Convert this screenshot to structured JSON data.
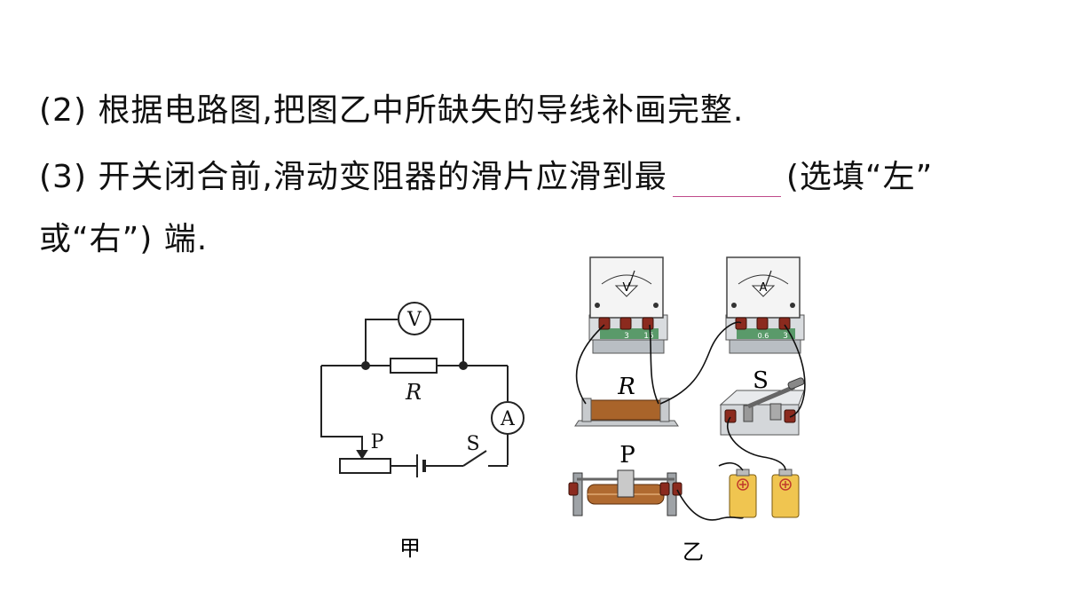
{
  "question": {
    "q2": "(2) 根据电路图,把图乙中所缺失的导线补画完整.",
    "q3_part1": "(3) 开关闭合前,滑动变阻器的滑片应滑到最",
    "q3_part2": "(选填“左”",
    "q3_line2": "或“右”) 端."
  },
  "diagram_jia": {
    "voltmeter_label": "V",
    "ammeter_label": "A",
    "resistor_label": "R",
    "slider_label": "P",
    "switch_label": "S",
    "caption": "甲"
  },
  "diagram_yi": {
    "voltmeter_label": "V",
    "ammeter_label": "A",
    "resistor_label": "R",
    "switch_label": "S",
    "slider_label": "P",
    "voltmeter_terminals": [
      "3",
      "15"
    ],
    "ammeter_terminals": [
      "0.6",
      "3"
    ],
    "caption": "乙"
  }
}
